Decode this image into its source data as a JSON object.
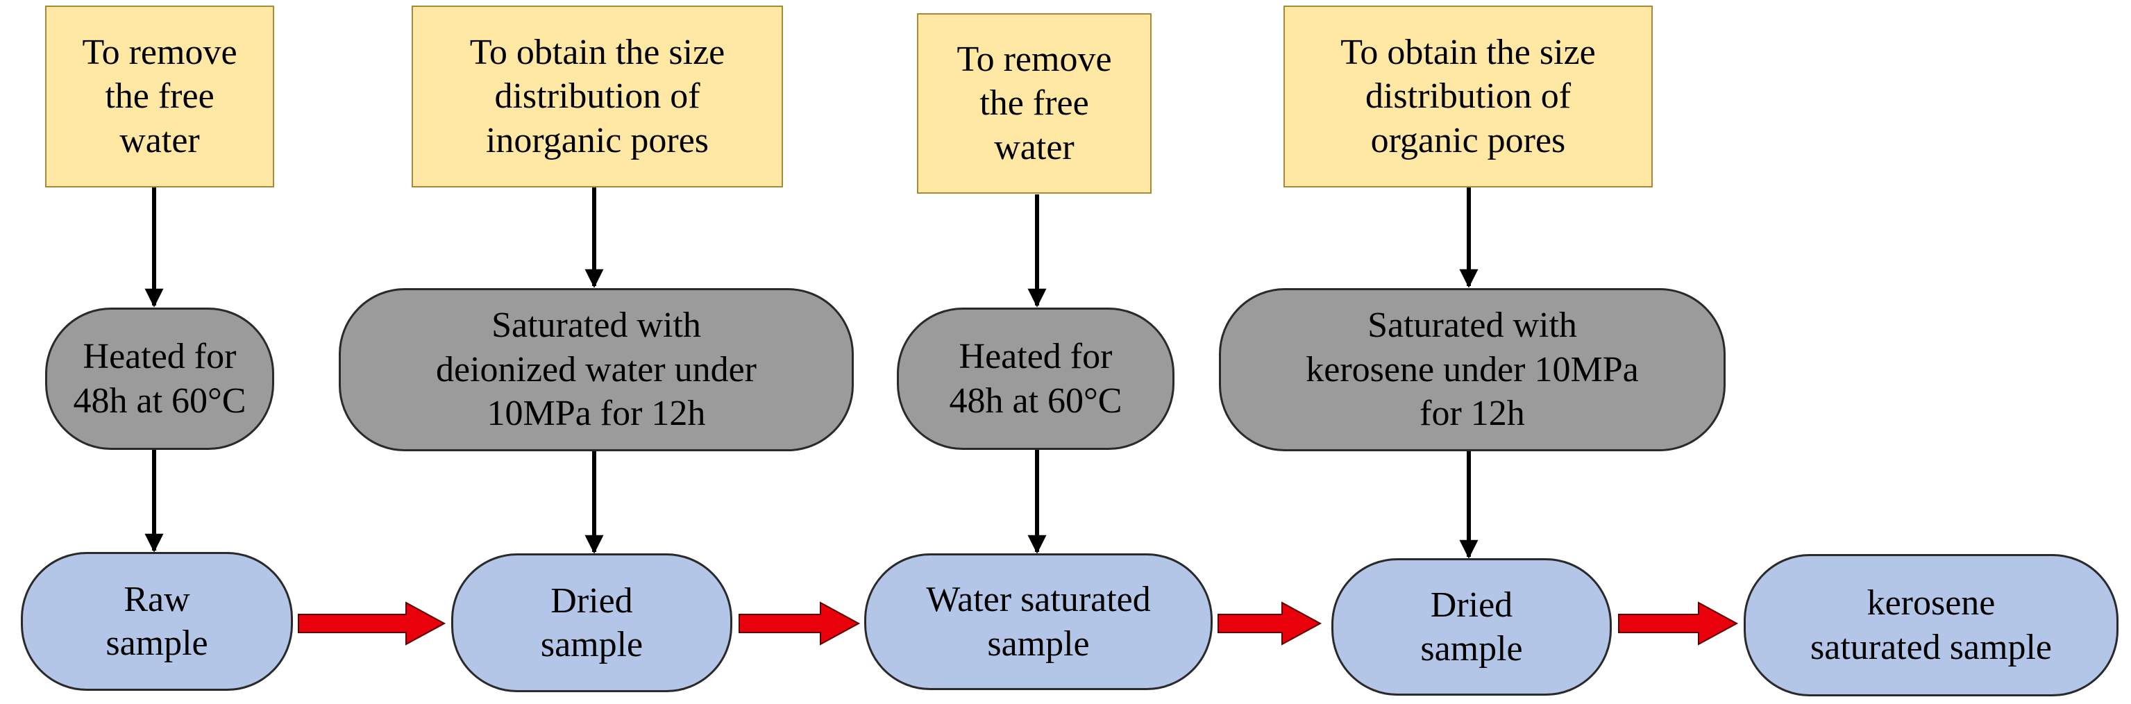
{
  "colors": {
    "goal_fill": "#FFE8A3",
    "process_fill": "#9B9B9B",
    "sample_fill": "#B4C6E7",
    "vertical_arrow": "#000000",
    "flow_arrow": "#E8000A"
  },
  "goals": [
    {
      "text": "To remove\nthe free\nwater"
    },
    {
      "text": "To obtain the size\ndistribution of\ninorganic pores"
    },
    {
      "text": "To remove\nthe free\nwater"
    },
    {
      "text": "To obtain the size\ndistribution of\norganic pores"
    }
  ],
  "processes": [
    {
      "text": "Heated for\n48h at 60°C"
    },
    {
      "text": "Saturated with\ndeionized water under\n10MPa for 12h"
    },
    {
      "text": "Heated for\n48h at 60°C"
    },
    {
      "text": "Saturated with\nkerosene under 10MPa\nfor 12h"
    }
  ],
  "samples": [
    {
      "text": "Raw\nsample"
    },
    {
      "text": "Dried\nsample"
    },
    {
      "text": "Water saturated\nsample"
    },
    {
      "text": "Dried\nsample"
    },
    {
      "text": "kerosene\nsaturated sample"
    }
  ]
}
